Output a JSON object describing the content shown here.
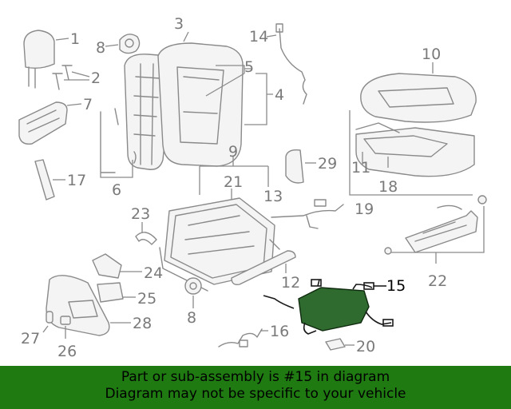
{
  "callouts": {
    "c1": "1",
    "c2": "2",
    "c3": "3",
    "c4": "4",
    "c5": "5",
    "c6": "6",
    "c7": "7",
    "c8a": "8",
    "c8b": "8",
    "c9": "9",
    "c10": "10",
    "c11": "11",
    "c12": "12",
    "c13": "13",
    "c14": "14",
    "c15": "15",
    "c16": "16",
    "c17": "17",
    "c18": "18",
    "c19": "19",
    "c20": "20",
    "c21": "21",
    "c22": "22",
    "c23": "23",
    "c24": "24",
    "c25": "25",
    "c26": "26",
    "c27": "27",
    "c28": "28",
    "c29": "29"
  },
  "highlight": {
    "part_number": "15",
    "color": "#2f6b2f"
  },
  "banner": {
    "line1": "Part or sub-assembly is #15 in diagram",
    "line2": "Diagram may not be specific to your vehicle",
    "background": "#1f7a12"
  }
}
